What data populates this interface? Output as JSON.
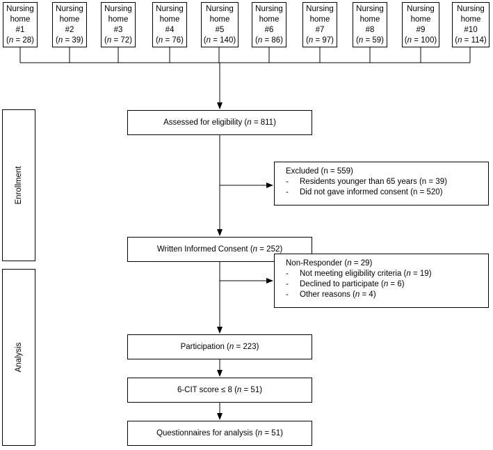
{
  "homes": [
    {
      "title": "Nursing",
      "line2": "home",
      "num": "#1",
      "count": "28"
    },
    {
      "title": "Nursing",
      "line2": "home",
      "num": "#2",
      "count": "39"
    },
    {
      "title": "Nursing",
      "line2": "home",
      "num": "#3",
      "count": "72"
    },
    {
      "title": "Nursing",
      "line2": "home",
      "num": "#4",
      "count": "76"
    },
    {
      "title": "Nursing",
      "line2": "home",
      "num": "#5",
      "count": "140"
    },
    {
      "title": "Nursing",
      "line2": "home",
      "num": "#6",
      "count": "86"
    },
    {
      "title": "Nursing",
      "line2": "home",
      "num": "#7",
      "count": "97"
    },
    {
      "title": "Nursing",
      "line2": "home",
      "num": "#8",
      "count": "59"
    },
    {
      "title": "Nursing",
      "line2": "home",
      "num": "#9",
      "count": "100"
    },
    {
      "title": "Nursing",
      "line2": "home",
      "num": "#10",
      "count": "114"
    }
  ],
  "n_label": "n",
  "stages": {
    "enrollment": "Enrollment",
    "analysis": "Analysis"
  },
  "flow": {
    "assessed": {
      "text": "Assessed for eligibility (",
      "n": "n",
      "rest": " = 811)"
    },
    "consent": {
      "text": "Written Informed Consent (",
      "n": "n",
      "rest": " = 252)"
    },
    "participation": {
      "text": "Participation (",
      "n": "n",
      "rest": " = 223)"
    },
    "cit": {
      "text": "6-CIT score ≤ 8 (",
      "n": "n",
      "rest": " = 51)"
    },
    "questionnaires": {
      "text": "Questionnaires for analysis (",
      "n": "n",
      "rest": " = 51)"
    }
  },
  "excluded": {
    "title": "Excluded (n = 559)",
    "items": [
      "Residents younger than 65 years (n = 39)",
      "Did not gave informed consent (n = 520)"
    ]
  },
  "non_responder": {
    "title": "Non-Responder (",
    "title_n": "n",
    "title_rest": " = 29)",
    "items": [
      {
        "text": "Not meeting eligibility criteria (",
        "n": "n",
        "rest": " = 19)"
      },
      {
        "text": "Declined to participate (",
        "n": "n",
        "rest": " = 6)"
      },
      {
        "text": "Other reasons (",
        "n": "n",
        "rest": " = 4)"
      }
    ]
  }
}
